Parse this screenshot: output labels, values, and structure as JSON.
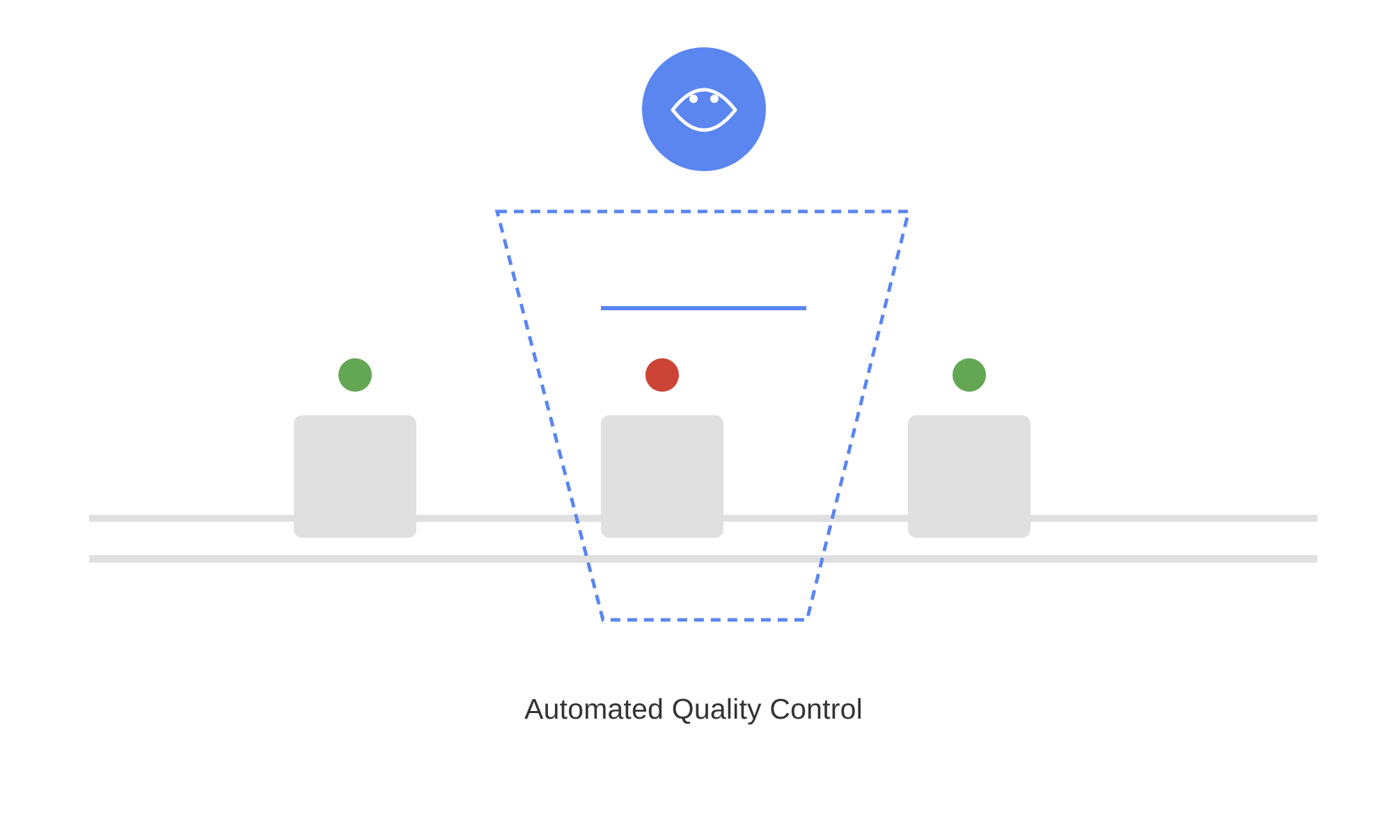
{
  "caption": "Automated Quality Control",
  "icons": {
    "camera": "eye-icon"
  },
  "colors": {
    "accent": "#5b86f0",
    "pass": "#63a755",
    "fail": "#cc4436",
    "item": "#e0e0e0",
    "rail": "#e0e0e0",
    "text": "#333333"
  },
  "items": [
    {
      "status": "pass"
    },
    {
      "status": "fail"
    },
    {
      "status": "pass"
    }
  ]
}
